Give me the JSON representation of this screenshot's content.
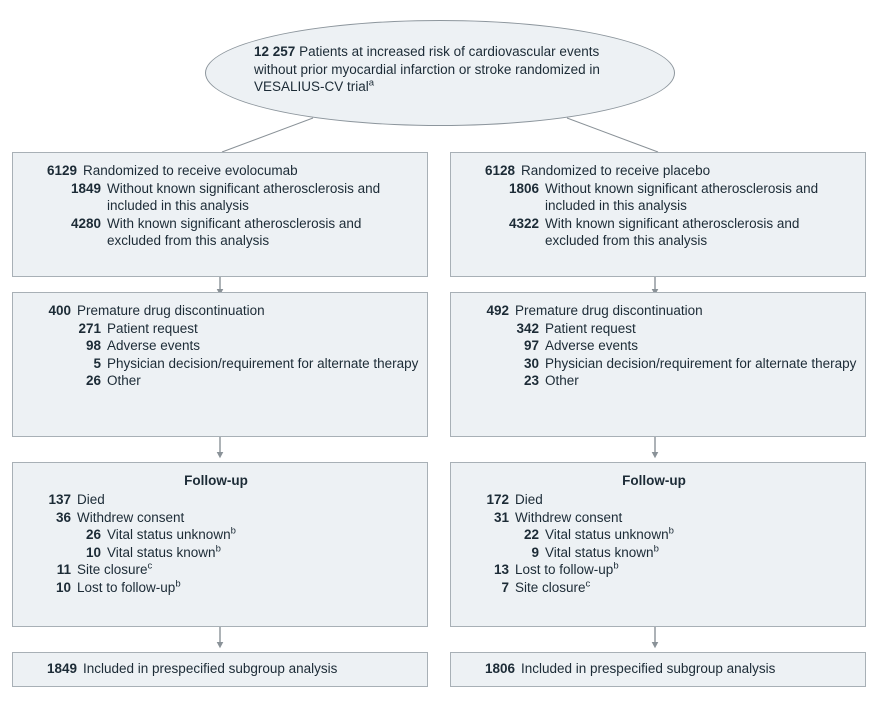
{
  "figure": {
    "type": "consort-flow-diagram",
    "colors": {
      "box_fill": "#edf1f4",
      "box_border": "#a8b0b6",
      "ellipse_border": "#8d969d",
      "text": "#1c2b36",
      "connector": "#6f7780"
    }
  },
  "enrollment": {
    "count": "12 257",
    "text": "Patients at increased risk of cardiovascular events without prior myocardial infarction or stroke randomized in VESALIUS-CV trial",
    "footnote": "a"
  },
  "arms": [
    {
      "arm": "evolocumab",
      "randomization": {
        "rows": [
          {
            "num": "6129",
            "label": "Randomized to receive evolocumab",
            "level": 0
          },
          {
            "num": "1849",
            "label": "Without known significant atherosclerosis and included in this analysis",
            "level": 1
          },
          {
            "num": "4280",
            "label": "With known significant atherosclerosis and excluded from this analysis",
            "level": 1
          }
        ]
      },
      "discontinuation": {
        "rows": [
          {
            "num": "400",
            "label": "Premature drug discontinuation",
            "level": 0
          },
          {
            "num": "271",
            "label": "Patient request",
            "level": 1
          },
          {
            "num": "98",
            "label": "Adverse events",
            "level": 1
          },
          {
            "num": "5",
            "label": "Physician decision/requirement for alternate therapy",
            "level": 1
          },
          {
            "num": "26",
            "label": "Other",
            "level": 1
          }
        ]
      },
      "followup": {
        "title": "Follow-up",
        "rows": [
          {
            "num": "137",
            "label": "Died",
            "level": 0
          },
          {
            "num": "36",
            "label": "Withdrew consent",
            "level": 0
          },
          {
            "num": "26",
            "label": "Vital status unknown",
            "level": 1,
            "footnote": "b"
          },
          {
            "num": "10",
            "label": "Vital status known",
            "level": 1,
            "footnote": "b"
          },
          {
            "num": "11",
            "label": "Site closure",
            "level": 0,
            "footnote": "c"
          },
          {
            "num": "10",
            "label": "Lost to follow-up",
            "level": 0,
            "footnote": "b"
          }
        ]
      },
      "analysis": {
        "rows": [
          {
            "num": "1849",
            "label": "Included in prespecified subgroup analysis",
            "level": 0
          }
        ]
      }
    },
    {
      "arm": "placebo",
      "randomization": {
        "rows": [
          {
            "num": "6128",
            "label": "Randomized to receive placebo",
            "level": 0
          },
          {
            "num": "1806",
            "label": "Without known significant atherosclerosis and included in this analysis",
            "level": 1
          },
          {
            "num": "4322",
            "label": "With known significant atherosclerosis and excluded from this analysis",
            "level": 1
          }
        ]
      },
      "discontinuation": {
        "rows": [
          {
            "num": "492",
            "label": "Premature drug discontinuation",
            "level": 0
          },
          {
            "num": "342",
            "label": "Patient request",
            "level": 1
          },
          {
            "num": "97",
            "label": "Adverse events",
            "level": 1
          },
          {
            "num": "30",
            "label": "Physician decision/requirement for alternate therapy",
            "level": 1
          },
          {
            "num": "23",
            "label": "Other",
            "level": 1
          }
        ]
      },
      "followup": {
        "title": "Follow-up",
        "rows": [
          {
            "num": "172",
            "label": "Died",
            "level": 0
          },
          {
            "num": "31",
            "label": "Withdrew consent",
            "level": 0
          },
          {
            "num": "22",
            "label": "Vital status unknown",
            "level": 1,
            "footnote": "b"
          },
          {
            "num": "9",
            "label": "Vital status known",
            "level": 1,
            "footnote": "b"
          },
          {
            "num": "13",
            "label": "Lost to follow-up",
            "level": 0,
            "footnote": "b"
          },
          {
            "num": "7",
            "label": "Site closure",
            "level": 0,
            "footnote": "c"
          }
        ]
      },
      "analysis": {
        "rows": [
          {
            "num": "1806",
            "label": "Included in prespecified subgroup analysis",
            "level": 0
          }
        ]
      }
    }
  ]
}
